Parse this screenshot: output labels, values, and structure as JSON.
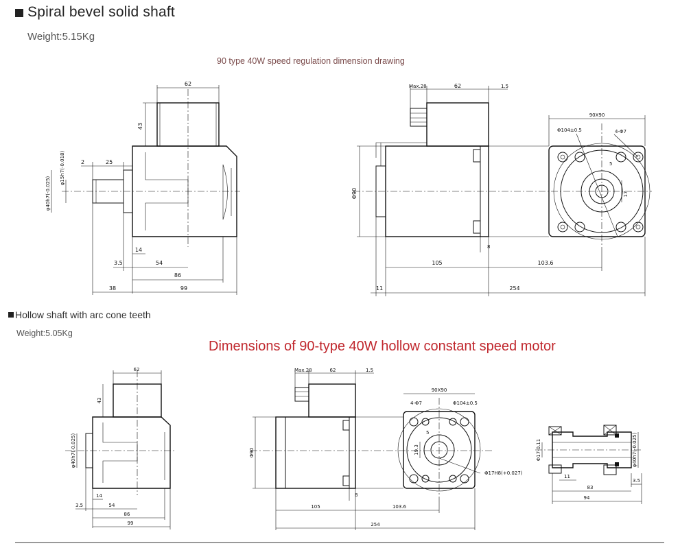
{
  "section1": {
    "heading": "Spiral bevel solid shaft",
    "weight": "Weight:5.15Kg",
    "caption": "90 type 40W speed regulation dimension drawing"
  },
  "section2": {
    "heading": "Hollow shaft with arc cone teeth",
    "weight": "Weight:5.05Kg",
    "title": "Dimensions of 90-type 40W hollow constant speed motor"
  },
  "dims_top_left": {
    "w62": "62",
    "h43": "43",
    "d2": "2",
    "d25": "25",
    "phi15": "φ15h7(-0.018)",
    "phi40": "φ40h7(-0.025)",
    "d14": "14",
    "d35": "3.5",
    "d54": "54",
    "d86": "86",
    "d38": "38",
    "d99": "99"
  },
  "dims_top_right": {
    "max28": "Max.28",
    "w62": "62",
    "d15": "1.5",
    "sq": "90X90",
    "pcd": "Φ104±0.5",
    "holes": "4-Φ7",
    "key5": "5",
    "d17": "17",
    "phi90": "Φ90",
    "d8": "8",
    "d105": "105",
    "d1036": "103.6",
    "d11": "11",
    "d254": "254"
  },
  "dims_bot_left": {
    "w62": "62",
    "h43": "43",
    "phi40": "φ40h7(-0.025)",
    "d14": "14",
    "d35": "3.5",
    "d54": "54",
    "d86": "86",
    "d99": "99"
  },
  "dims_bot_mid": {
    "max28": "Max.28",
    "w62": "62",
    "d15": "1.5",
    "sq": "90X90",
    "holes": "4-Φ7",
    "pcd": "Φ104±0.5",
    "key5": "5",
    "d193": "19.3",
    "phi17": "Φ17H8(+0.027)",
    "phi90": "Φ90",
    "d8": "8",
    "d105": "105",
    "d1036": "103.6",
    "d254": "254"
  },
  "dims_bot_right": {
    "phi17": "Φ17-0.11",
    "phi40": "φ40h7(-0.025)",
    "d11": "11",
    "d83": "83",
    "d35": "3.5",
    "d94": "94"
  }
}
